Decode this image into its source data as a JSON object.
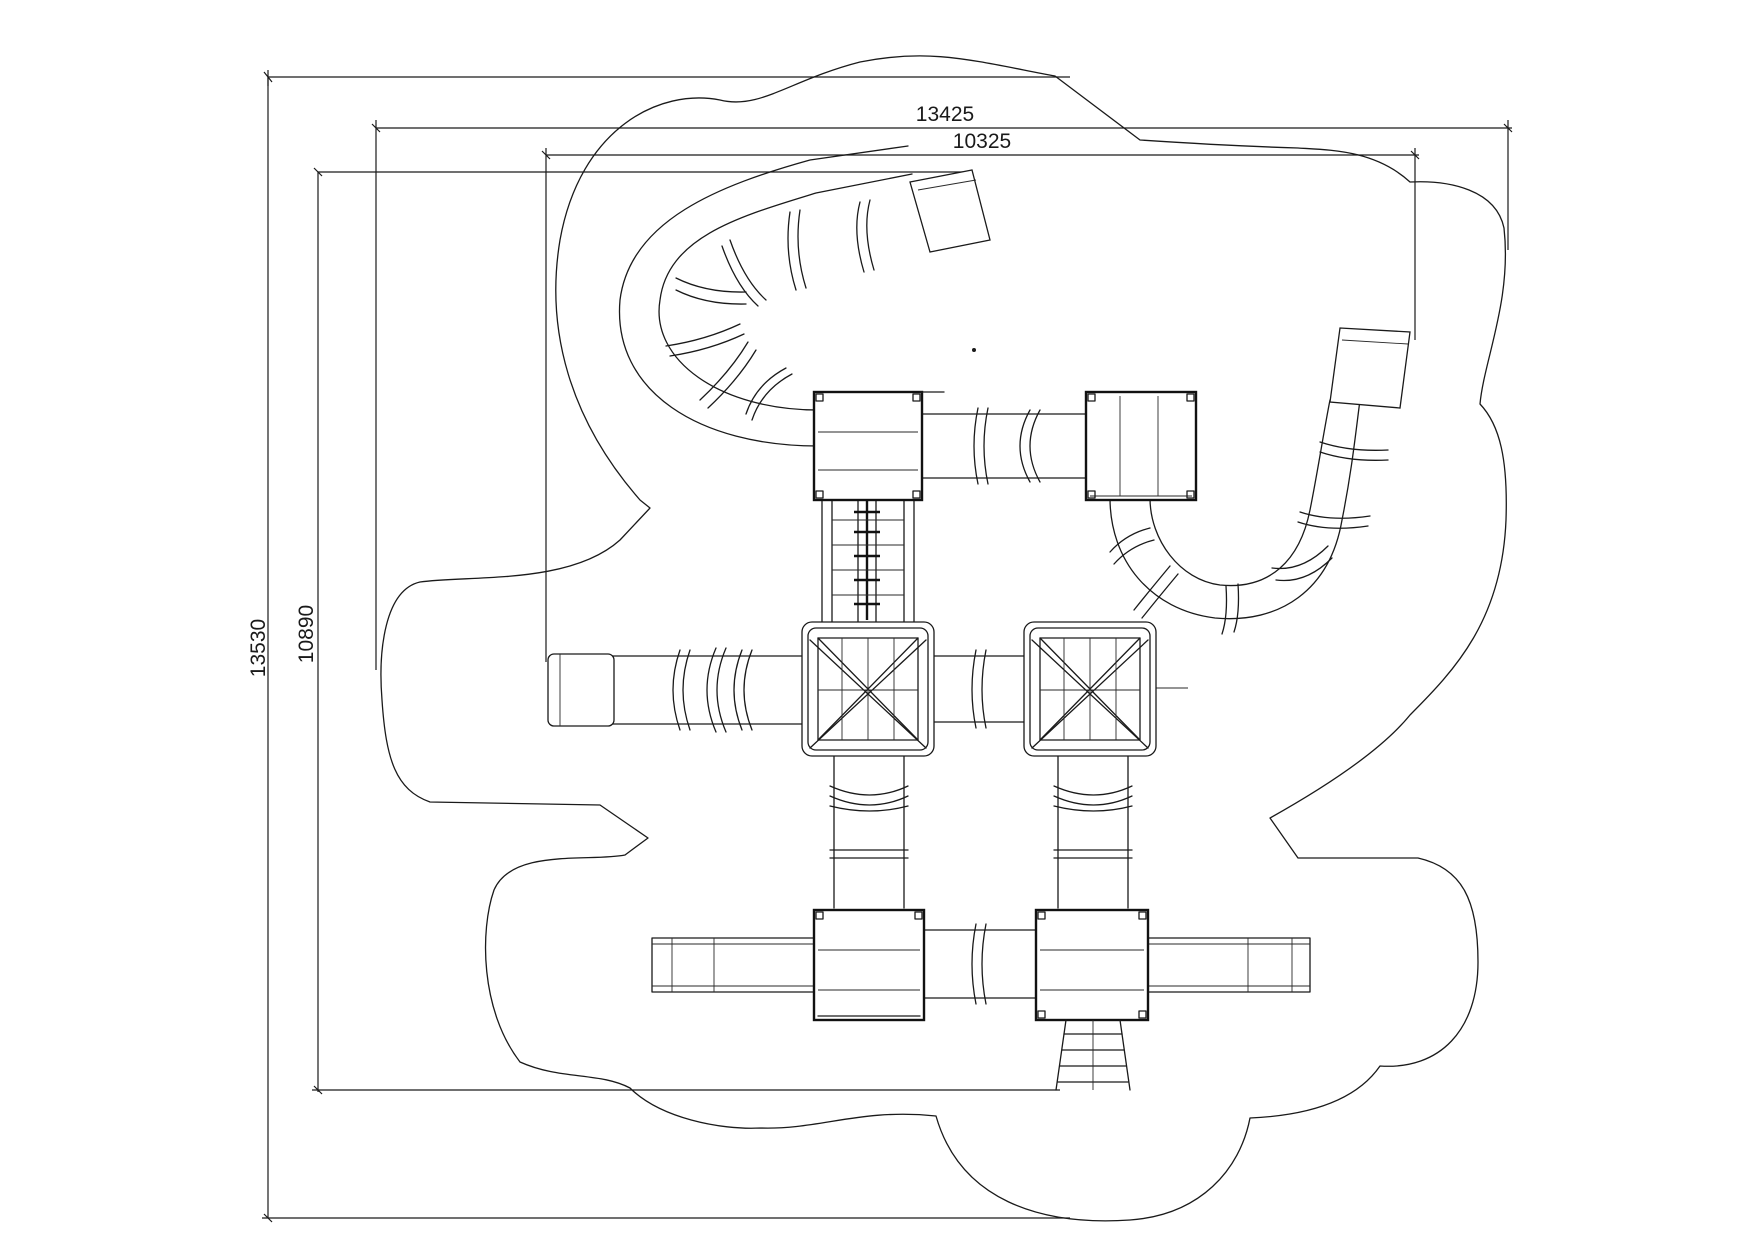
{
  "dimensions": {
    "overall_width": "13425",
    "inner_width": "10325",
    "overall_height": "13530",
    "inner_height": "10890"
  },
  "colors": {
    "line": "#1a1a1a",
    "background": "#ffffff"
  }
}
